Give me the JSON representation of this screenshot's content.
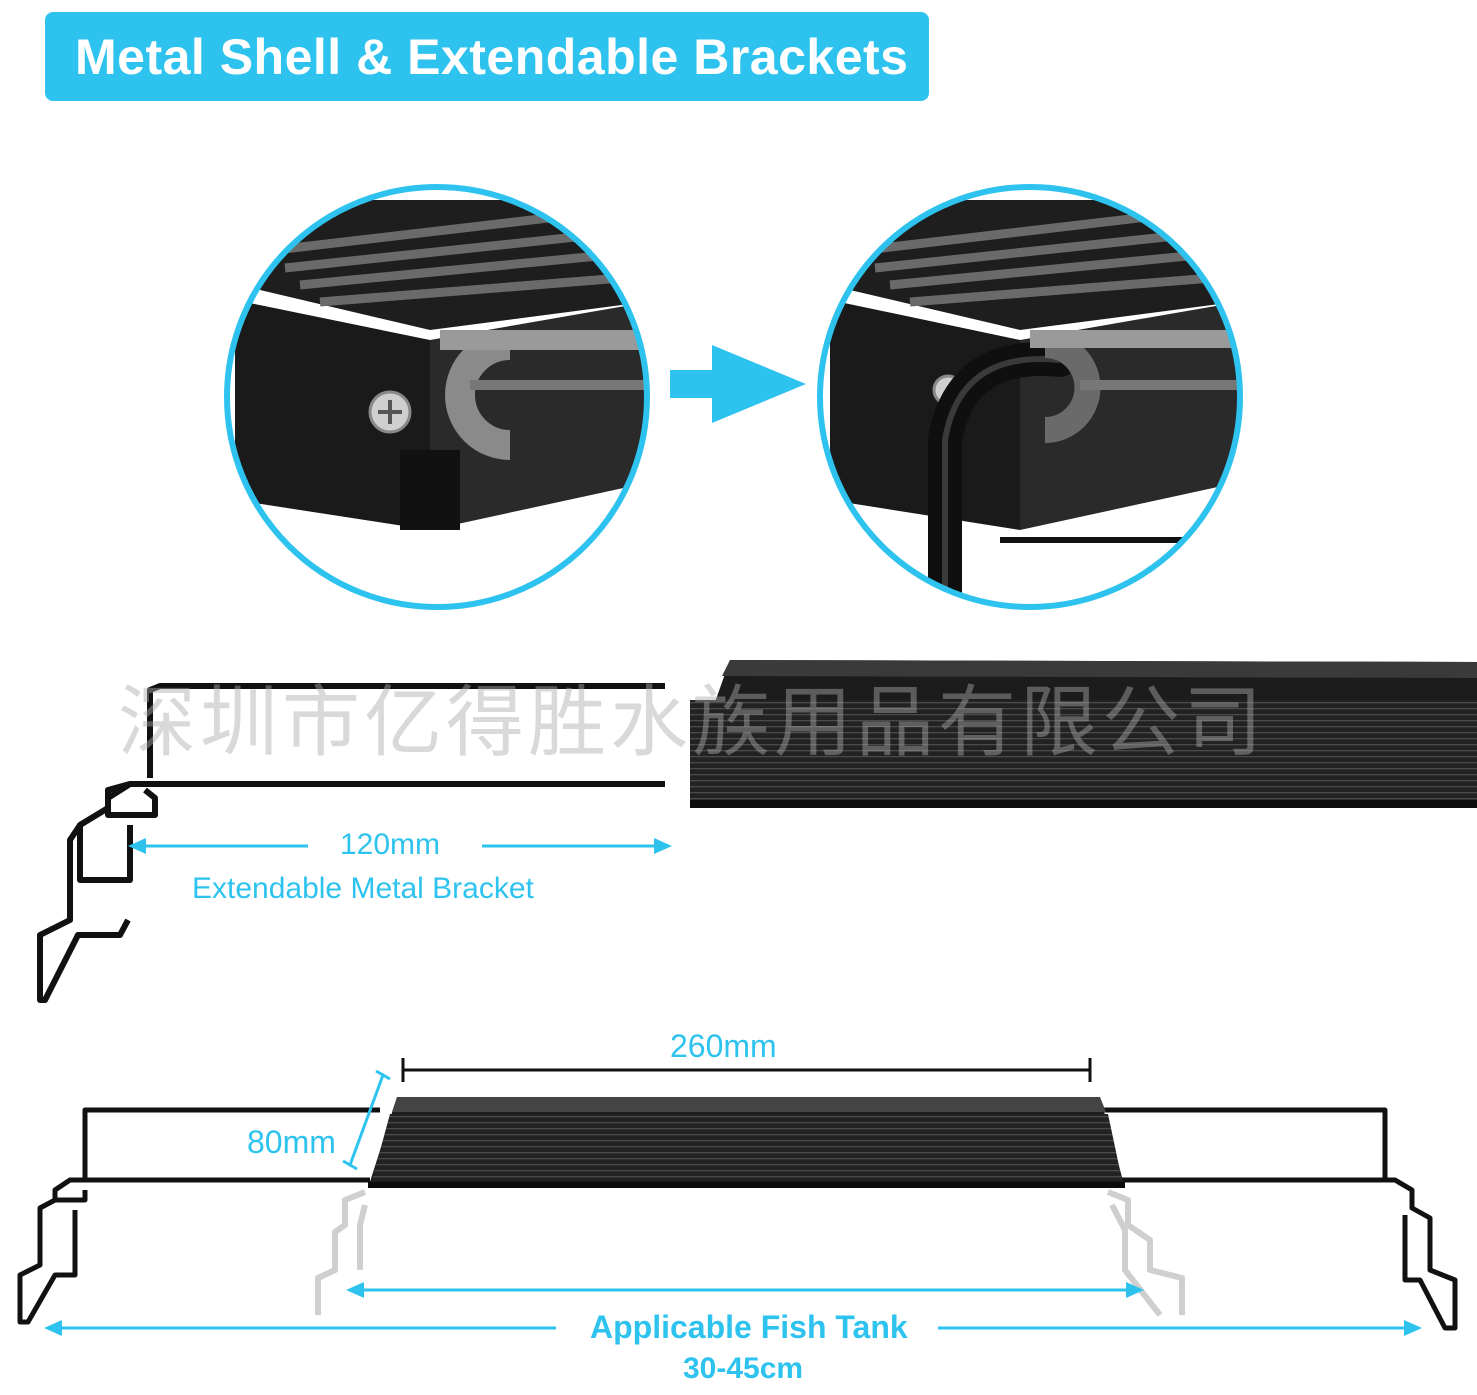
{
  "banner": {
    "title": "Metal Shell & Extendable Brackets"
  },
  "watermark": {
    "text": "深圳市亿得胜水族用品有限公司"
  },
  "bracket_section": {
    "length_label": "120mm",
    "caption": "Extendable Metal Bracket"
  },
  "light_section": {
    "length_label": "260mm",
    "width_label": "80mm",
    "tank_label": "Applicable Fish Tank",
    "tank_range": "30-45cm"
  },
  "colors": {
    "accent": "#2ec3ee",
    "dark": "#1a1a1a",
    "white": "#ffffff"
  },
  "icons": [
    "arrow-right-icon"
  ]
}
